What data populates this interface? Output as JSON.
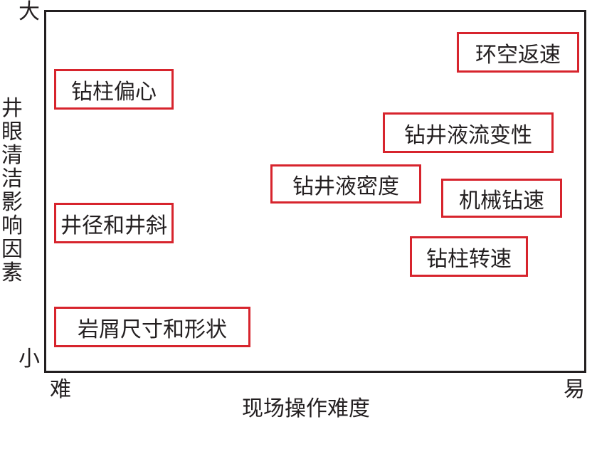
{
  "axes": {
    "y_title": "井眼清洁影响因素",
    "y_max": "大",
    "y_min": "小",
    "x_title": "现场操作难度",
    "x_min": "难",
    "x_max": "易"
  },
  "factors": [
    "钻柱偏心",
    "井径和井斜",
    "岩屑尺寸和形状",
    "钻井液密度",
    "环空返速",
    "钻井液流变性",
    "机械钻速",
    "钻柱转速"
  ],
  "colors": {
    "box_border": "#d7242d",
    "frame": "#231f20"
  }
}
